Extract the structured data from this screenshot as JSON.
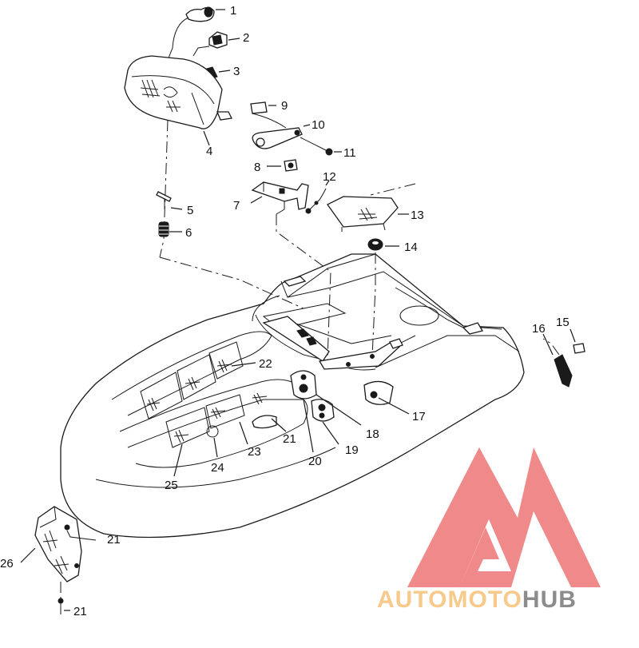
{
  "colors": {
    "line": "#1a1a1a",
    "logo_red": "#f08a8a",
    "brand_orange": "#f7c98a",
    "brand_gray": "#8c8c8c"
  },
  "brand": {
    "part1": "AUTO",
    "part2": "MOTO",
    "part3": "HUB"
  },
  "callouts": [
    {
      "id": "c1",
      "label": "1"
    },
    {
      "id": "c2",
      "label": "2"
    },
    {
      "id": "c3",
      "label": "3"
    },
    {
      "id": "c4",
      "label": "4"
    },
    {
      "id": "c5",
      "label": "5"
    },
    {
      "id": "c6",
      "label": "6"
    },
    {
      "id": "c7",
      "label": "7"
    },
    {
      "id": "c8",
      "label": "8"
    },
    {
      "id": "c9",
      "label": "9"
    },
    {
      "id": "c10",
      "label": "10"
    },
    {
      "id": "c11",
      "label": "11"
    },
    {
      "id": "c12",
      "label": "12"
    },
    {
      "id": "c13",
      "label": "13"
    },
    {
      "id": "c14",
      "label": "14"
    },
    {
      "id": "c15",
      "label": "15"
    },
    {
      "id": "c16",
      "label": "16"
    },
    {
      "id": "c17",
      "label": "17"
    },
    {
      "id": "c18",
      "label": "18"
    },
    {
      "id": "c19",
      "label": "19"
    },
    {
      "id": "c20",
      "label": "20"
    },
    {
      "id": "c21a",
      "label": "21"
    },
    {
      "id": "c22",
      "label": "22"
    },
    {
      "id": "c23",
      "label": "23"
    },
    {
      "id": "c24",
      "label": "24"
    },
    {
      "id": "c25",
      "label": "25"
    },
    {
      "id": "c21b",
      "label": "21"
    },
    {
      "id": "c26",
      "label": "26"
    },
    {
      "id": "c21c",
      "label": "21"
    }
  ]
}
